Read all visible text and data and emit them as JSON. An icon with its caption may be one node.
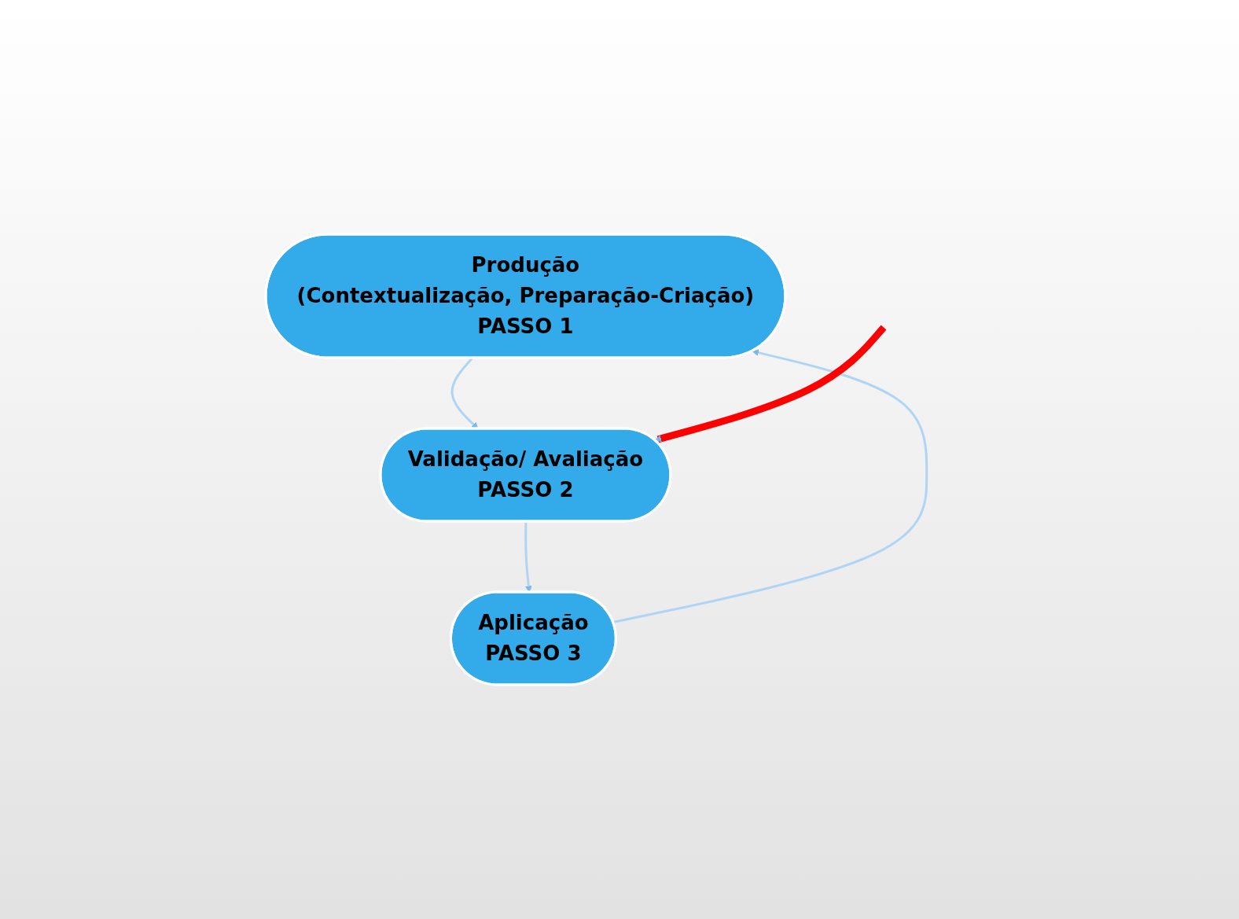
{
  "diagram": {
    "nodes": [
      {
        "text": [
          "Produção",
          "(Contextualização, Preparação-Criação)",
          "PASSO 1"
        ]
      },
      {
        "text": [
          "Validação/ Avaliação",
          "PASSO 2"
        ]
      },
      {
        "text": [
          "Aplicação",
          "PASSO 3"
        ]
      }
    ],
    "edges": [
      {
        "from": 0,
        "to": 1,
        "arrow": "to"
      },
      {
        "from": 1,
        "to": 2,
        "arrow": "to"
      },
      {
        "from": 2,
        "to": 0,
        "arrow": "to"
      },
      {
        "from": null,
        "to": 1,
        "arrow": "to",
        "style": "thick",
        "color": "#ff0000"
      }
    ]
  }
}
